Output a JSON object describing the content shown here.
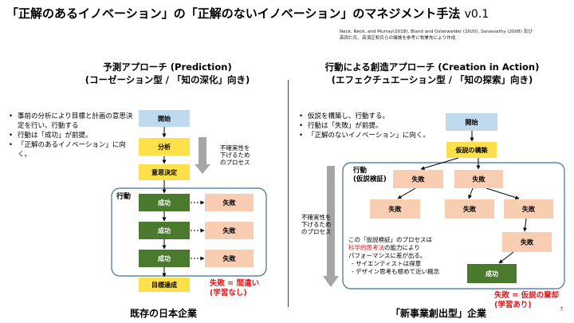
{
  "slide": {
    "title_main": "「正解のあるイノベーション」の「正解のないイノベーション」のマネジメント手法",
    "title_version": "v0.1",
    "references": [
      "Neck, Neck, and Murray(2018), Bland and Osterwalder (2020), Sarasvathy (2008) 及び",
      "高田仁氏、高須正和氏らの議論を参考に牧兼充により作成"
    ],
    "page_number": "7"
  },
  "left": {
    "title_line1": "予測アプローチ (Prediction)",
    "title_line2": "(コーゼーション型 / 「知の深化」向き)",
    "bullets": [
      "事前の分析により目標と計画の意思決定を行い、行動する",
      "行動は「成功」が前提。",
      "「正解のあるイノベーション」に向く。"
    ],
    "boxes": {
      "start": "開始",
      "analysis": "分析",
      "decision": "意思決定",
      "success1": "成功",
      "success2": "成功",
      "success3": "成功",
      "fail1": "失敗",
      "fail2": "失敗",
      "fail3": "失敗",
      "goal": "目標達成"
    },
    "group_label": "行動",
    "uncertainty_note": [
      "不確実性を",
      "下げるため",
      "のプロセス"
    ],
    "red_note": [
      "失敗 = 間違い",
      "(学習なし)"
    ],
    "bottom_label": "既存の日本企業"
  },
  "right": {
    "title_line1": "行動による創造アプローチ (Creation in Action)",
    "title_line2": "(エフェクチュエーション型 / 「知の探索」向き)",
    "bullets": [
      "仮説を構築し、行動する。",
      "行動は「失敗」が前提。",
      "「正解のないイノベーション」に向く。"
    ],
    "boxes": {
      "start": "開始",
      "hypothesis": "仮説の構築",
      "f1": "失敗",
      "f2": "失敗",
      "f3": "失敗",
      "f4": "失敗",
      "f5": "失敗",
      "f6": "失敗",
      "success": "成功"
    },
    "group_label_line1": "行動",
    "group_label_line2": "(仮説検証)",
    "uncertainty_note": [
      "不確実性を",
      "下げるため",
      "のプロセス"
    ],
    "paragraph": {
      "line1": "この「仮説検証」のプロセスは",
      "line2_red": "科学的思考法",
      "line2_rest": "の能力により",
      "line3": "パフォーマンスに差が出る。",
      "line4": "-  サイエンティストは得意",
      "line5": "-  デザイン思考も極めて近い概念"
    },
    "red_note": [
      "失敗 = 仮説の棄却",
      "(学習あり)"
    ],
    "bottom_label": "「新事業創出型」企業"
  },
  "colors": {
    "start_blue": "#bfd9ef",
    "yellow": "#fde04a",
    "green_success": "#4a7a2e",
    "fail_peach": "#f9cdb2",
    "red_text": "#e0161b",
    "group_border": "#3f6f9a",
    "gray_arrow": "#a6a6a6"
  }
}
